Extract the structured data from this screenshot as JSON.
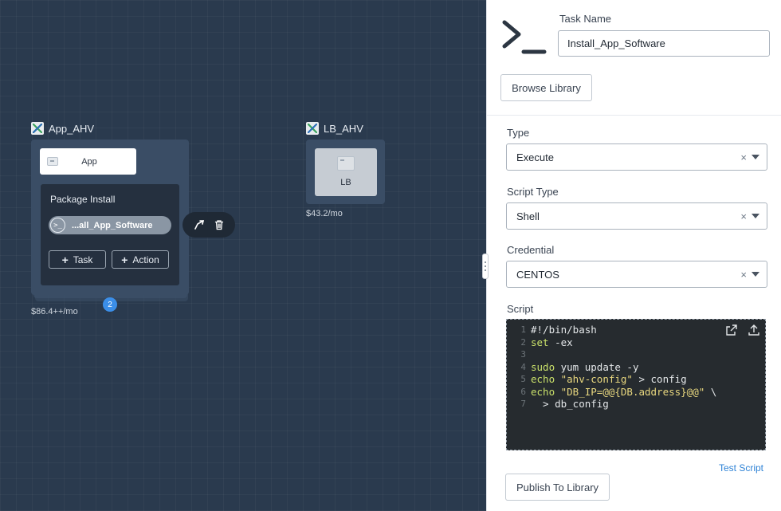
{
  "canvas": {
    "app_service": {
      "title": "App_AHV",
      "chip_label": "App",
      "package_title": "Package Install",
      "task_label": "...all_App_Software",
      "add_task_label": "Task",
      "add_action_label": "Action",
      "badge_count": "2",
      "cost": "$86.4++/mo"
    },
    "lb_service": {
      "title": "LB_AHV",
      "chip_label": "LB",
      "cost": "$43.2/mo"
    }
  },
  "panel": {
    "task_name_label": "Task Name",
    "task_name_value": "Install_App_Software",
    "browse_library_label": "Browse Library",
    "type_label": "Type",
    "type_value": "Execute",
    "script_type_label": "Script Type",
    "script_type_value": "Shell",
    "credential_label": "Credential",
    "credential_value": "CENTOS",
    "script_label": "Script",
    "clear_symbol": "×",
    "test_script_label": "Test Script",
    "publish_label": "Publish To Library"
  },
  "script_lines": [
    {
      "n": "1",
      "text": "#!/bin/bash"
    },
    {
      "n": "2",
      "kw": "set",
      "rest": " -ex"
    },
    {
      "n": "3",
      "text": ""
    },
    {
      "n": "4",
      "kw": "sudo",
      "rest": " yum update -y"
    },
    {
      "n": "5",
      "kw": "echo",
      "str": " \"ahv-config\"",
      "rest": " > config"
    },
    {
      "n": "6",
      "kw": "echo",
      "str": " \"DB_IP=@@{DB.address}@@\"",
      "rest": " \\"
    },
    {
      "n": "7",
      "text": "  > db_config"
    }
  ],
  "colors": {
    "canvas_bg": "#2a3a4e",
    "accent_blue": "#3b8ee8",
    "link_blue": "#2f83d6"
  }
}
